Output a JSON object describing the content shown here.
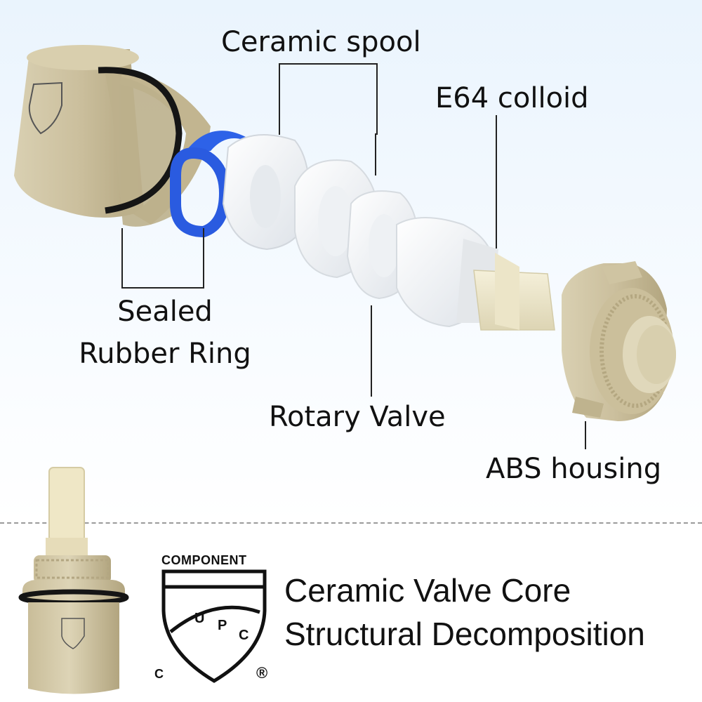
{
  "labels": {
    "ceramic_spool": "Ceramic spool",
    "e64_colloid": "E64 colloid",
    "sealed_line1": "Sealed",
    "sealed_line2": "Rubber Ring",
    "rotary_valve": "Rotary Valve",
    "abs_housing": "ABS housing"
  },
  "certification": {
    "component": "COMPONENT",
    "upc_u": "U",
    "upc_p": "P",
    "upc_c": "C",
    "c_mark": "C",
    "registered": "®"
  },
  "title": {
    "line1": "Ceramic Valve Core",
    "line2": "Structural Decomposition"
  },
  "colors": {
    "housing": "#cfc4a3",
    "housing_dark": "#b3a682",
    "rubber": "#1a1a1a",
    "blue_ring": "#2a5be0",
    "ceramic": "#f4f6f8",
    "stem": "#efe9cf"
  }
}
